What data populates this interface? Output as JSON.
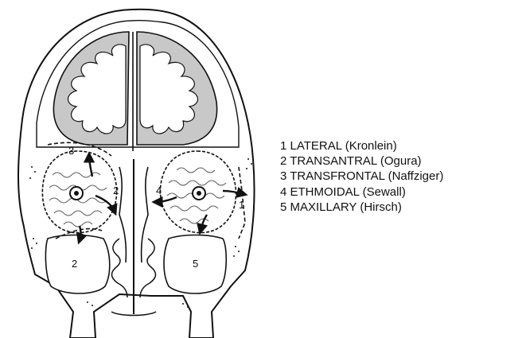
{
  "diagram": {
    "region_labels": [
      "3",
      "2",
      "4",
      "1",
      "2",
      "5"
    ]
  },
  "legend": [
    "1 LATERAL (Kronlein)",
    "2 TRANSANTRAL (Ogura)",
    "3 TRANSFRONTAL (Naffziger)",
    "4 ETHMOIDAL (Sewall)",
    "5 MAXILLARY (Hirsch)"
  ],
  "colors": {
    "ink": "#111111",
    "brain_fill": "#c8c8c8",
    "white": "#ffffff"
  }
}
